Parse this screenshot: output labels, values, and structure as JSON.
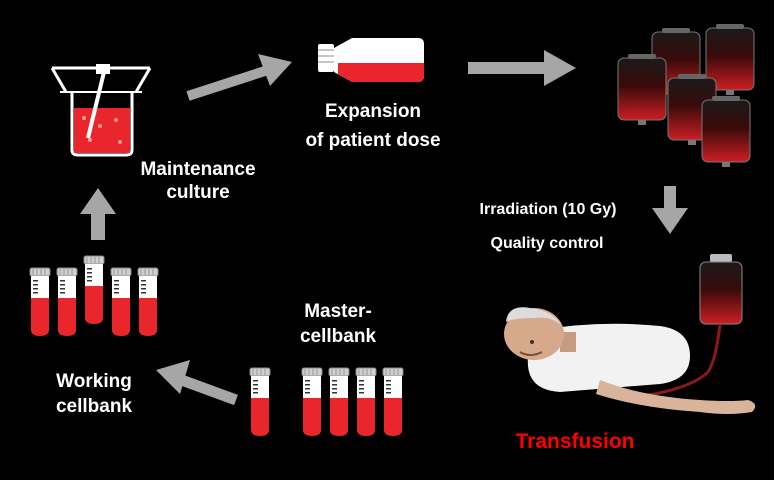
{
  "labels": {
    "maintenance": [
      "Maintenance",
      "culture"
    ],
    "expansion": [
      "Expansion",
      "of patient dose"
    ],
    "irradiation": "Irradiation (10 Gy)",
    "quality": "Quality control",
    "master": [
      "Master-",
      "cellbank"
    ],
    "working": [
      "Working",
      "cellbank"
    ],
    "transfusion": "Transfusion"
  },
  "colors": {
    "background": "#000000",
    "arrow": "#a6a6a6",
    "blood": "#e8262c",
    "tube_glass": "#ffffff",
    "text": "#ffffff",
    "highlight": "#ff0000"
  },
  "icons": [
    "beaker-icon",
    "culture-flask-icon",
    "blood-bag-icon",
    "test-tube-icon",
    "patient-icon"
  ]
}
